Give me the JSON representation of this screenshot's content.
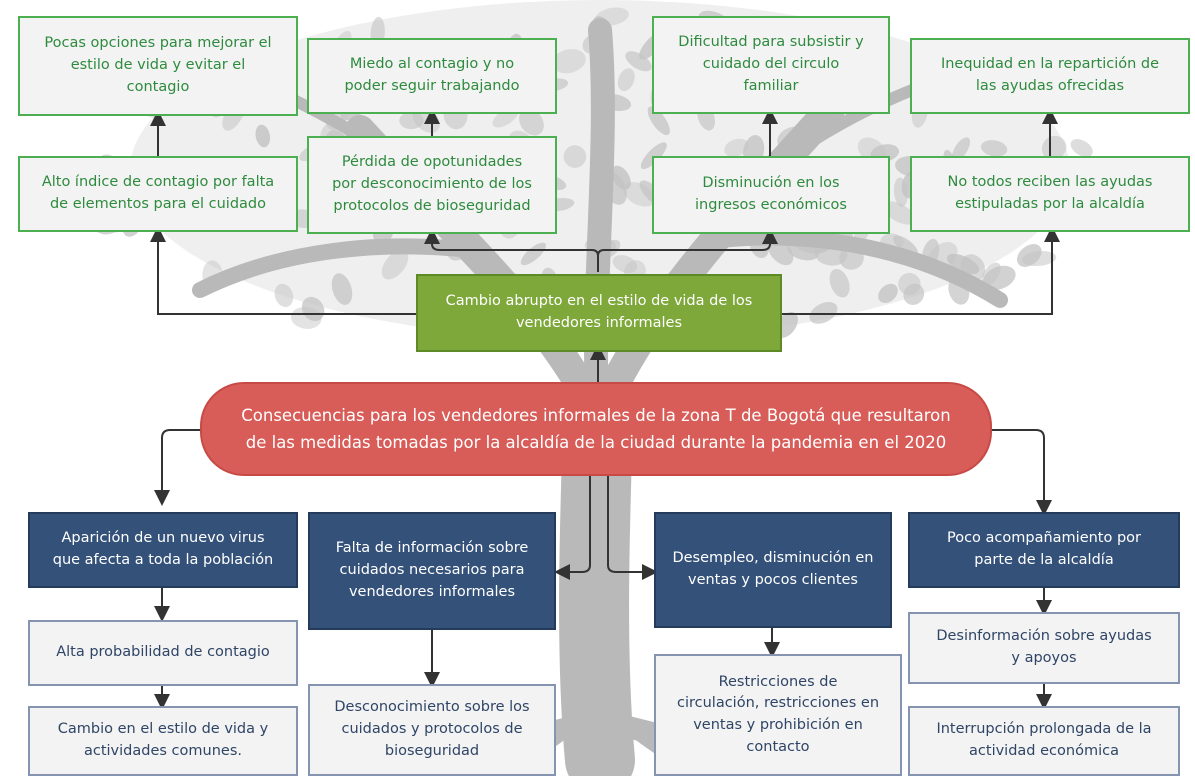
{
  "center": {
    "line1": "Consecuencias para los vendedores informales de la zona T de Bogotá que resultaron",
    "line2": "de las medidas tomadas por la alcaldía de la ciudad durante la pandemia en el 2020"
  },
  "effect": {
    "line1": "Cambio abrupto en el estilo de vida de los",
    "line2": "vendedores informales"
  },
  "effects_level1": [
    {
      "line1": "Alto índice de contagio por falta",
      "line2": "de elementos para el cuidado"
    },
    {
      "line1": "Pérdida de opotunidades",
      "line2": "por desconocimiento de los",
      "line3": "protocolos de bioseguridad"
    },
    {
      "line1": "Disminución en los",
      "line2": "ingresos económicos"
    },
    {
      "line1": "No todos reciben las ayudas",
      "line2": "estipuladas por la alcaldía"
    }
  ],
  "effects_level2": [
    {
      "line1": "Pocas opciones para mejorar el",
      "line2": "estilo de vida y evitar el",
      "line3": "contagio"
    },
    {
      "line1": "Miedo al contagio y no",
      "line2": "poder seguir trabajando"
    },
    {
      "line1": "Dificultad para subsistir y",
      "line2": "cuidado del circulo",
      "line3": "familiar"
    },
    {
      "line1": "Inequidad en la repartición de",
      "line2": "las ayudas ofrecidas"
    }
  ],
  "causes": [
    {
      "line1": "Aparición de un nuevo virus",
      "line2": "que afecta a toda la población"
    },
    {
      "line1": "Falta de información sobre",
      "line2": "cuidados necesarios para",
      "line3": "vendedores informales"
    },
    {
      "line1": "Desempleo, disminución en",
      "line2": "ventas y pocos clientes"
    },
    {
      "line1": "Poco acompañamiento por",
      "line2": "parte de la alcaldía"
    }
  ],
  "subcauses": {
    "col1": [
      {
        "line1": "Alta probabilidad de contagio"
      },
      {
        "line1": "Cambio en el estilo de vida y",
        "line2": "actividades comunes."
      }
    ],
    "col2": [
      {
        "line1": "Desconocimiento sobre los",
        "line2": "cuidados y protocolos de",
        "line3": "bioseguridad"
      }
    ],
    "col3": [
      {
        "line1": "Restricciones de",
        "line2": "circulación, restricciones en",
        "line3": "ventas y prohibición en",
        "line4": "contacto"
      }
    ],
    "col4": [
      {
        "line1": "Desinformación sobre ayudas",
        "line2": "y apoyos"
      },
      {
        "line1": "Interrupción prolongada de la",
        "line2": "actividad económica"
      }
    ]
  },
  "colors": {
    "effect_border": "#4caf50",
    "effect_text": "#2e8b3e",
    "main_effect": "#7ea83a",
    "center": "#d85c58",
    "cause": "#34517a",
    "subcause_border": "#8494b1",
    "connector": "#333333"
  }
}
